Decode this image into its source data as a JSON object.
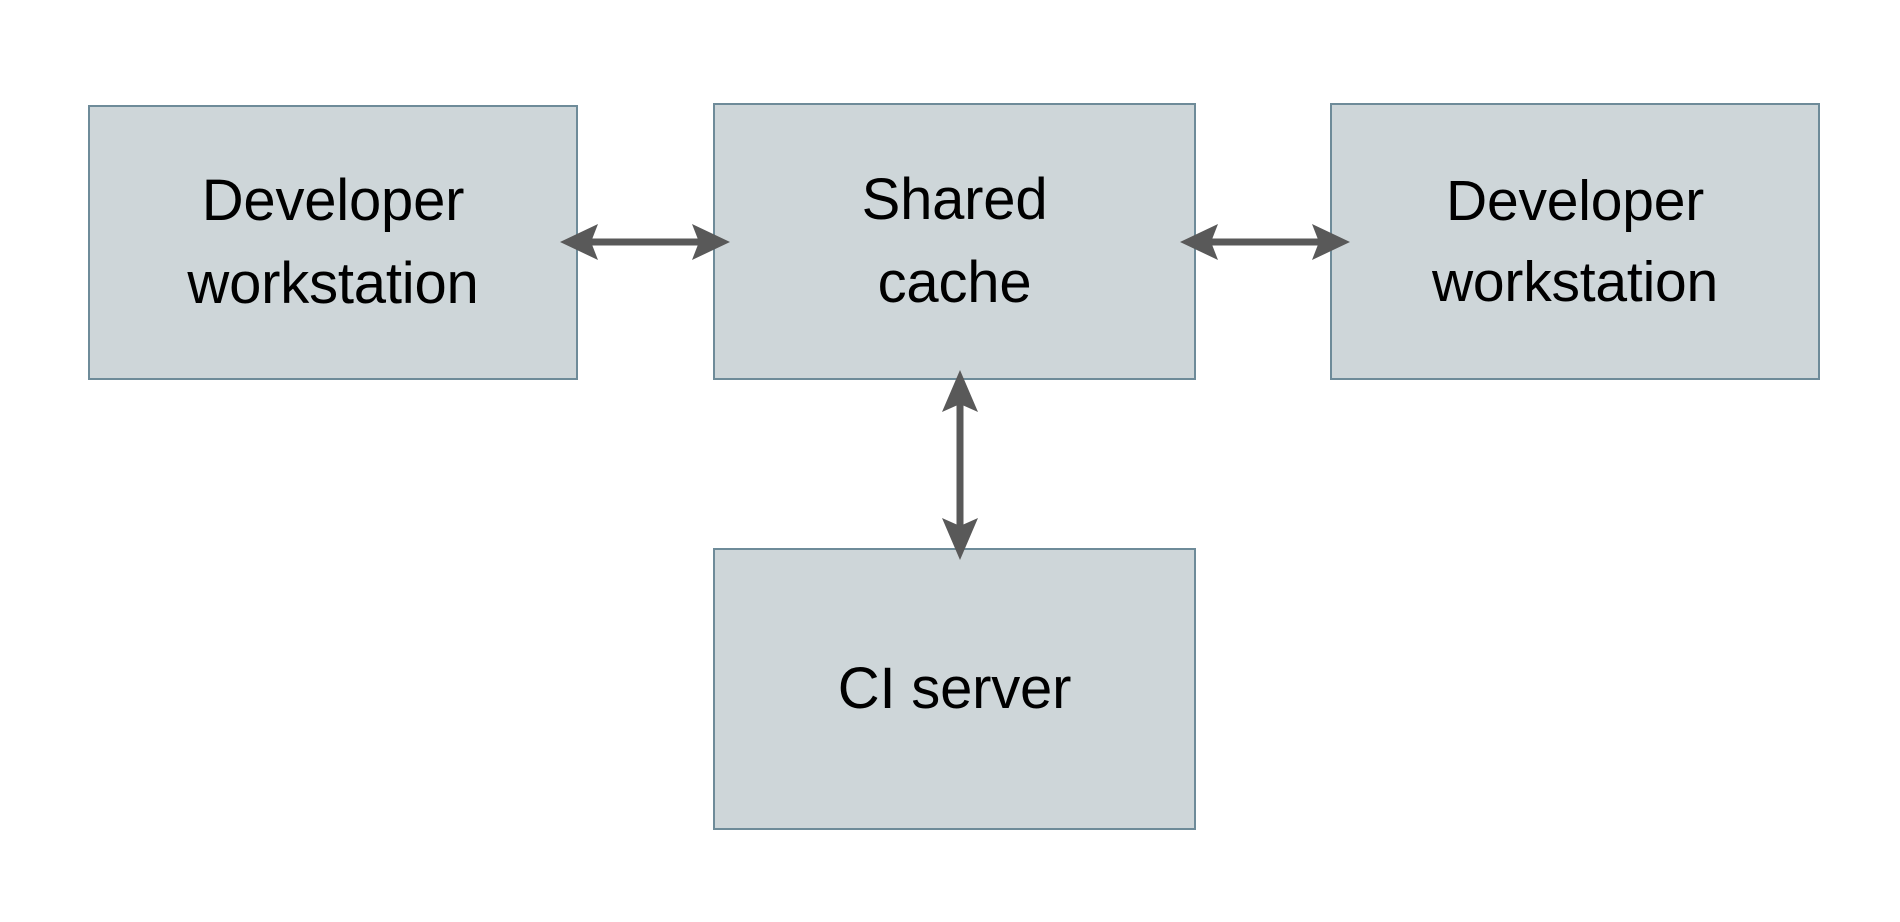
{
  "diagram": {
    "type": "block-diagram",
    "background_color": "#ffffff",
    "node_fill_color": "#ced6d9",
    "node_border_color": "#6e8b99",
    "connector_color": "#595959",
    "text_color": "#000000",
    "nodes": [
      {
        "id": "dev-left",
        "label": "Developer\nworkstation",
        "line1": "Developer",
        "line2": "workstation"
      },
      {
        "id": "shared-cache",
        "label": "Shared\ncache",
        "line1": "Shared",
        "line2": "cache"
      },
      {
        "id": "dev-right",
        "label": "Developer\nworkstation",
        "line1": "Developer",
        "line2": "workstation"
      },
      {
        "id": "ci-server",
        "label": "CI server",
        "line1": "CI server",
        "line2": ""
      }
    ],
    "connectors": [
      {
        "id": "dev-left-to-shared-cache",
        "from": "dev-left",
        "to": "shared-cache",
        "orientation": "horizontal",
        "arrowheads": "both"
      },
      {
        "id": "shared-cache-to-dev-right",
        "from": "shared-cache",
        "to": "dev-right",
        "orientation": "horizontal",
        "arrowheads": "both"
      },
      {
        "id": "shared-cache-to-ci-server",
        "from": "shared-cache",
        "to": "ci-server",
        "orientation": "vertical",
        "arrowheads": "both"
      }
    ]
  }
}
